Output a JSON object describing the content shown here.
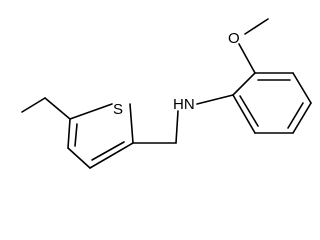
{
  "molecule": {
    "atoms": {
      "sulfur": "S",
      "nitrogen_hydrogen": "HN",
      "oxygen": "O"
    }
  }
}
